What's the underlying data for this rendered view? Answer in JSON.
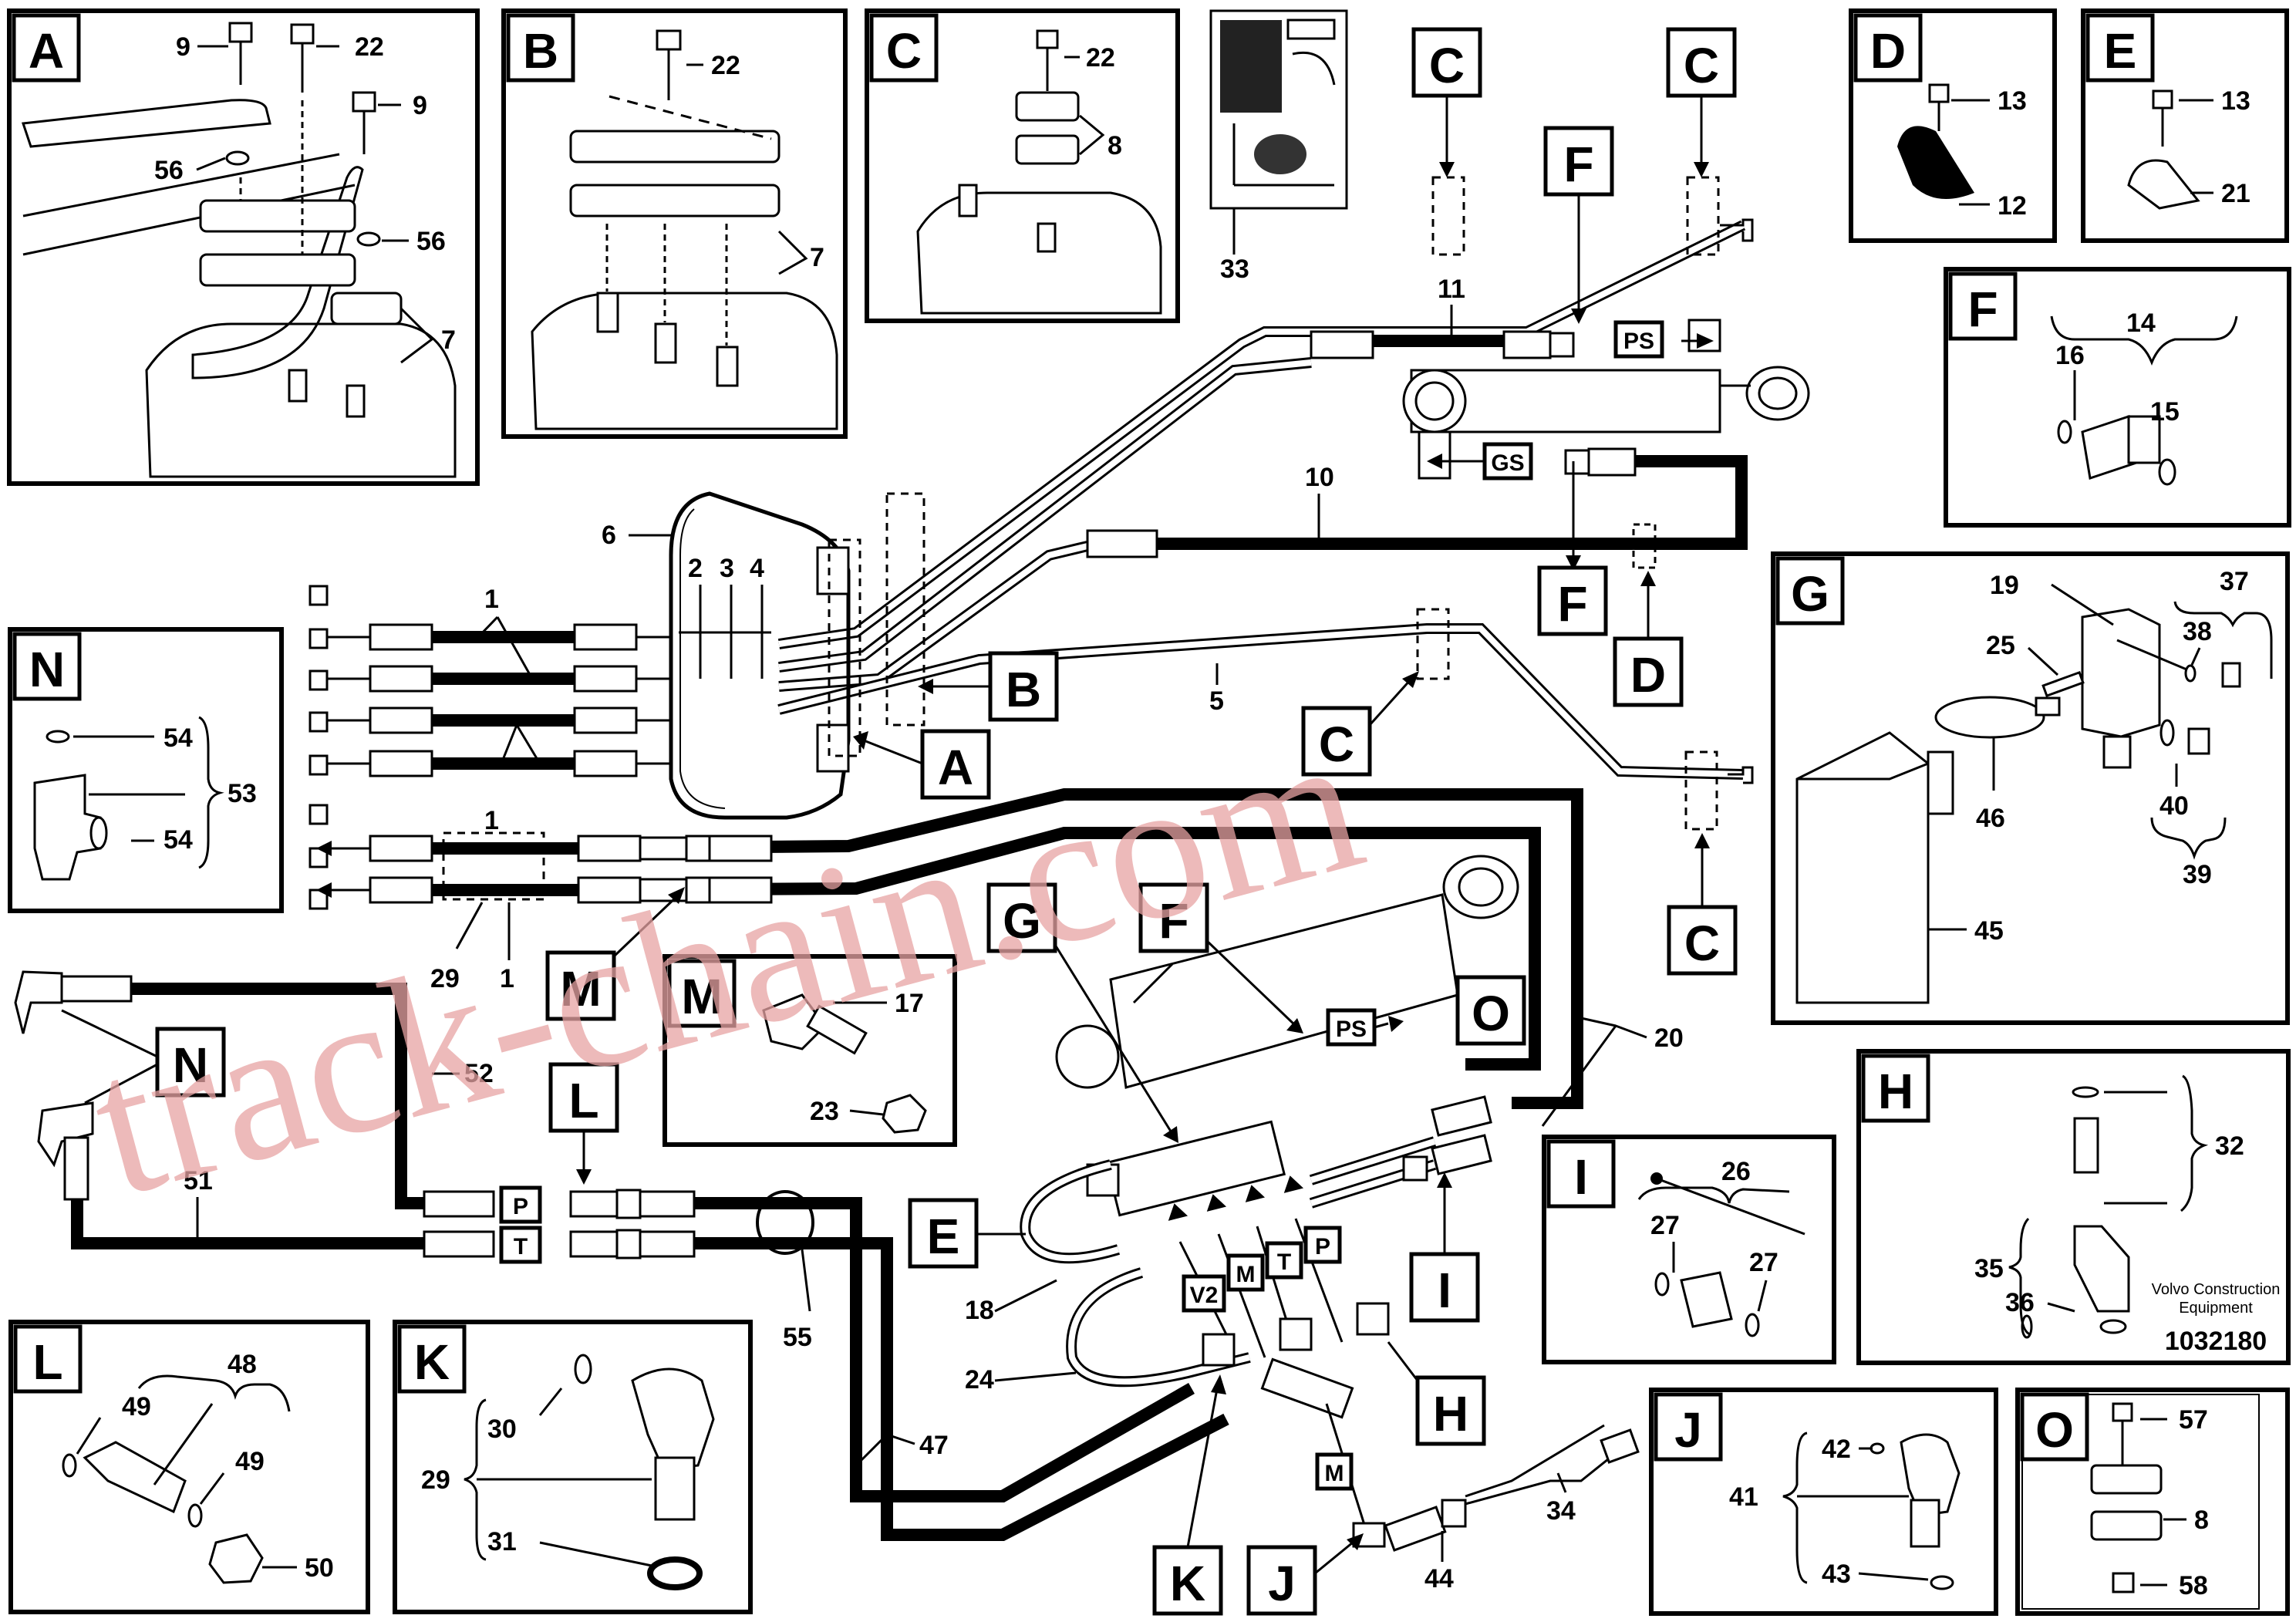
{
  "brand_line1": "Volvo Construction",
  "brand_line2": "Equipment",
  "drawing_number": "1032180",
  "watermark": "track-chain.com",
  "hose_tags": [
    "PS",
    "GS",
    "P",
    "T",
    "V2",
    "M",
    "T",
    "P",
    "M",
    "PS"
  ],
  "panels": {
    "A": {
      "letter": "A",
      "parts": [
        "9",
        "22",
        "9",
        "56",
        "56",
        "7"
      ]
    },
    "B": {
      "letter": "B",
      "parts": [
        "22",
        "7"
      ]
    },
    "C": {
      "letter": "C",
      "parts": [
        "22",
        "8"
      ]
    },
    "D": {
      "letter": "D",
      "parts": [
        "13",
        "12"
      ]
    },
    "E": {
      "letter": "E",
      "parts": [
        "13",
        "21"
      ]
    },
    "F": {
      "letter": "F",
      "parts": [
        "14",
        "16",
        "15"
      ]
    },
    "G": {
      "letter": "G",
      "parts": [
        "19",
        "37",
        "25",
        "38",
        "46",
        "40",
        "39",
        "45"
      ]
    },
    "H": {
      "letter": "H",
      "parts": [
        "32",
        "35",
        "36"
      ]
    },
    "I": {
      "letter": "I",
      "parts": [
        "26",
        "27",
        "27"
      ]
    },
    "J": {
      "letter": "J",
      "parts": [
        "42",
        "41",
        "43"
      ]
    },
    "K": {
      "letter": "K",
      "parts": [
        "30",
        "29",
        "31"
      ]
    },
    "L": {
      "letter": "L",
      "parts": [
        "48",
        "49",
        "49",
        "50"
      ]
    },
    "M": {
      "letter": "M",
      "parts": [
        "17",
        "23"
      ]
    },
    "N": {
      "letter": "N",
      "parts": [
        "54",
        "53",
        "54"
      ]
    },
    "O": {
      "letter": "O",
      "parts": [
        "57",
        "8",
        "58"
      ]
    }
  },
  "callout_letters": [
    "C",
    "C",
    "F",
    "F",
    "D",
    "B",
    "A",
    "C",
    "C",
    "G",
    "F",
    "O",
    "M",
    "N",
    "L",
    "E",
    "I",
    "H",
    "K",
    "J"
  ],
  "main_labels": [
    "33",
    "11",
    "10",
    "6",
    "2",
    "3",
    "4",
    "1",
    "5",
    "1",
    "29",
    "1",
    "52",
    "51",
    "20",
    "55",
    "18",
    "24",
    "47",
    "34",
    "44"
  ]
}
